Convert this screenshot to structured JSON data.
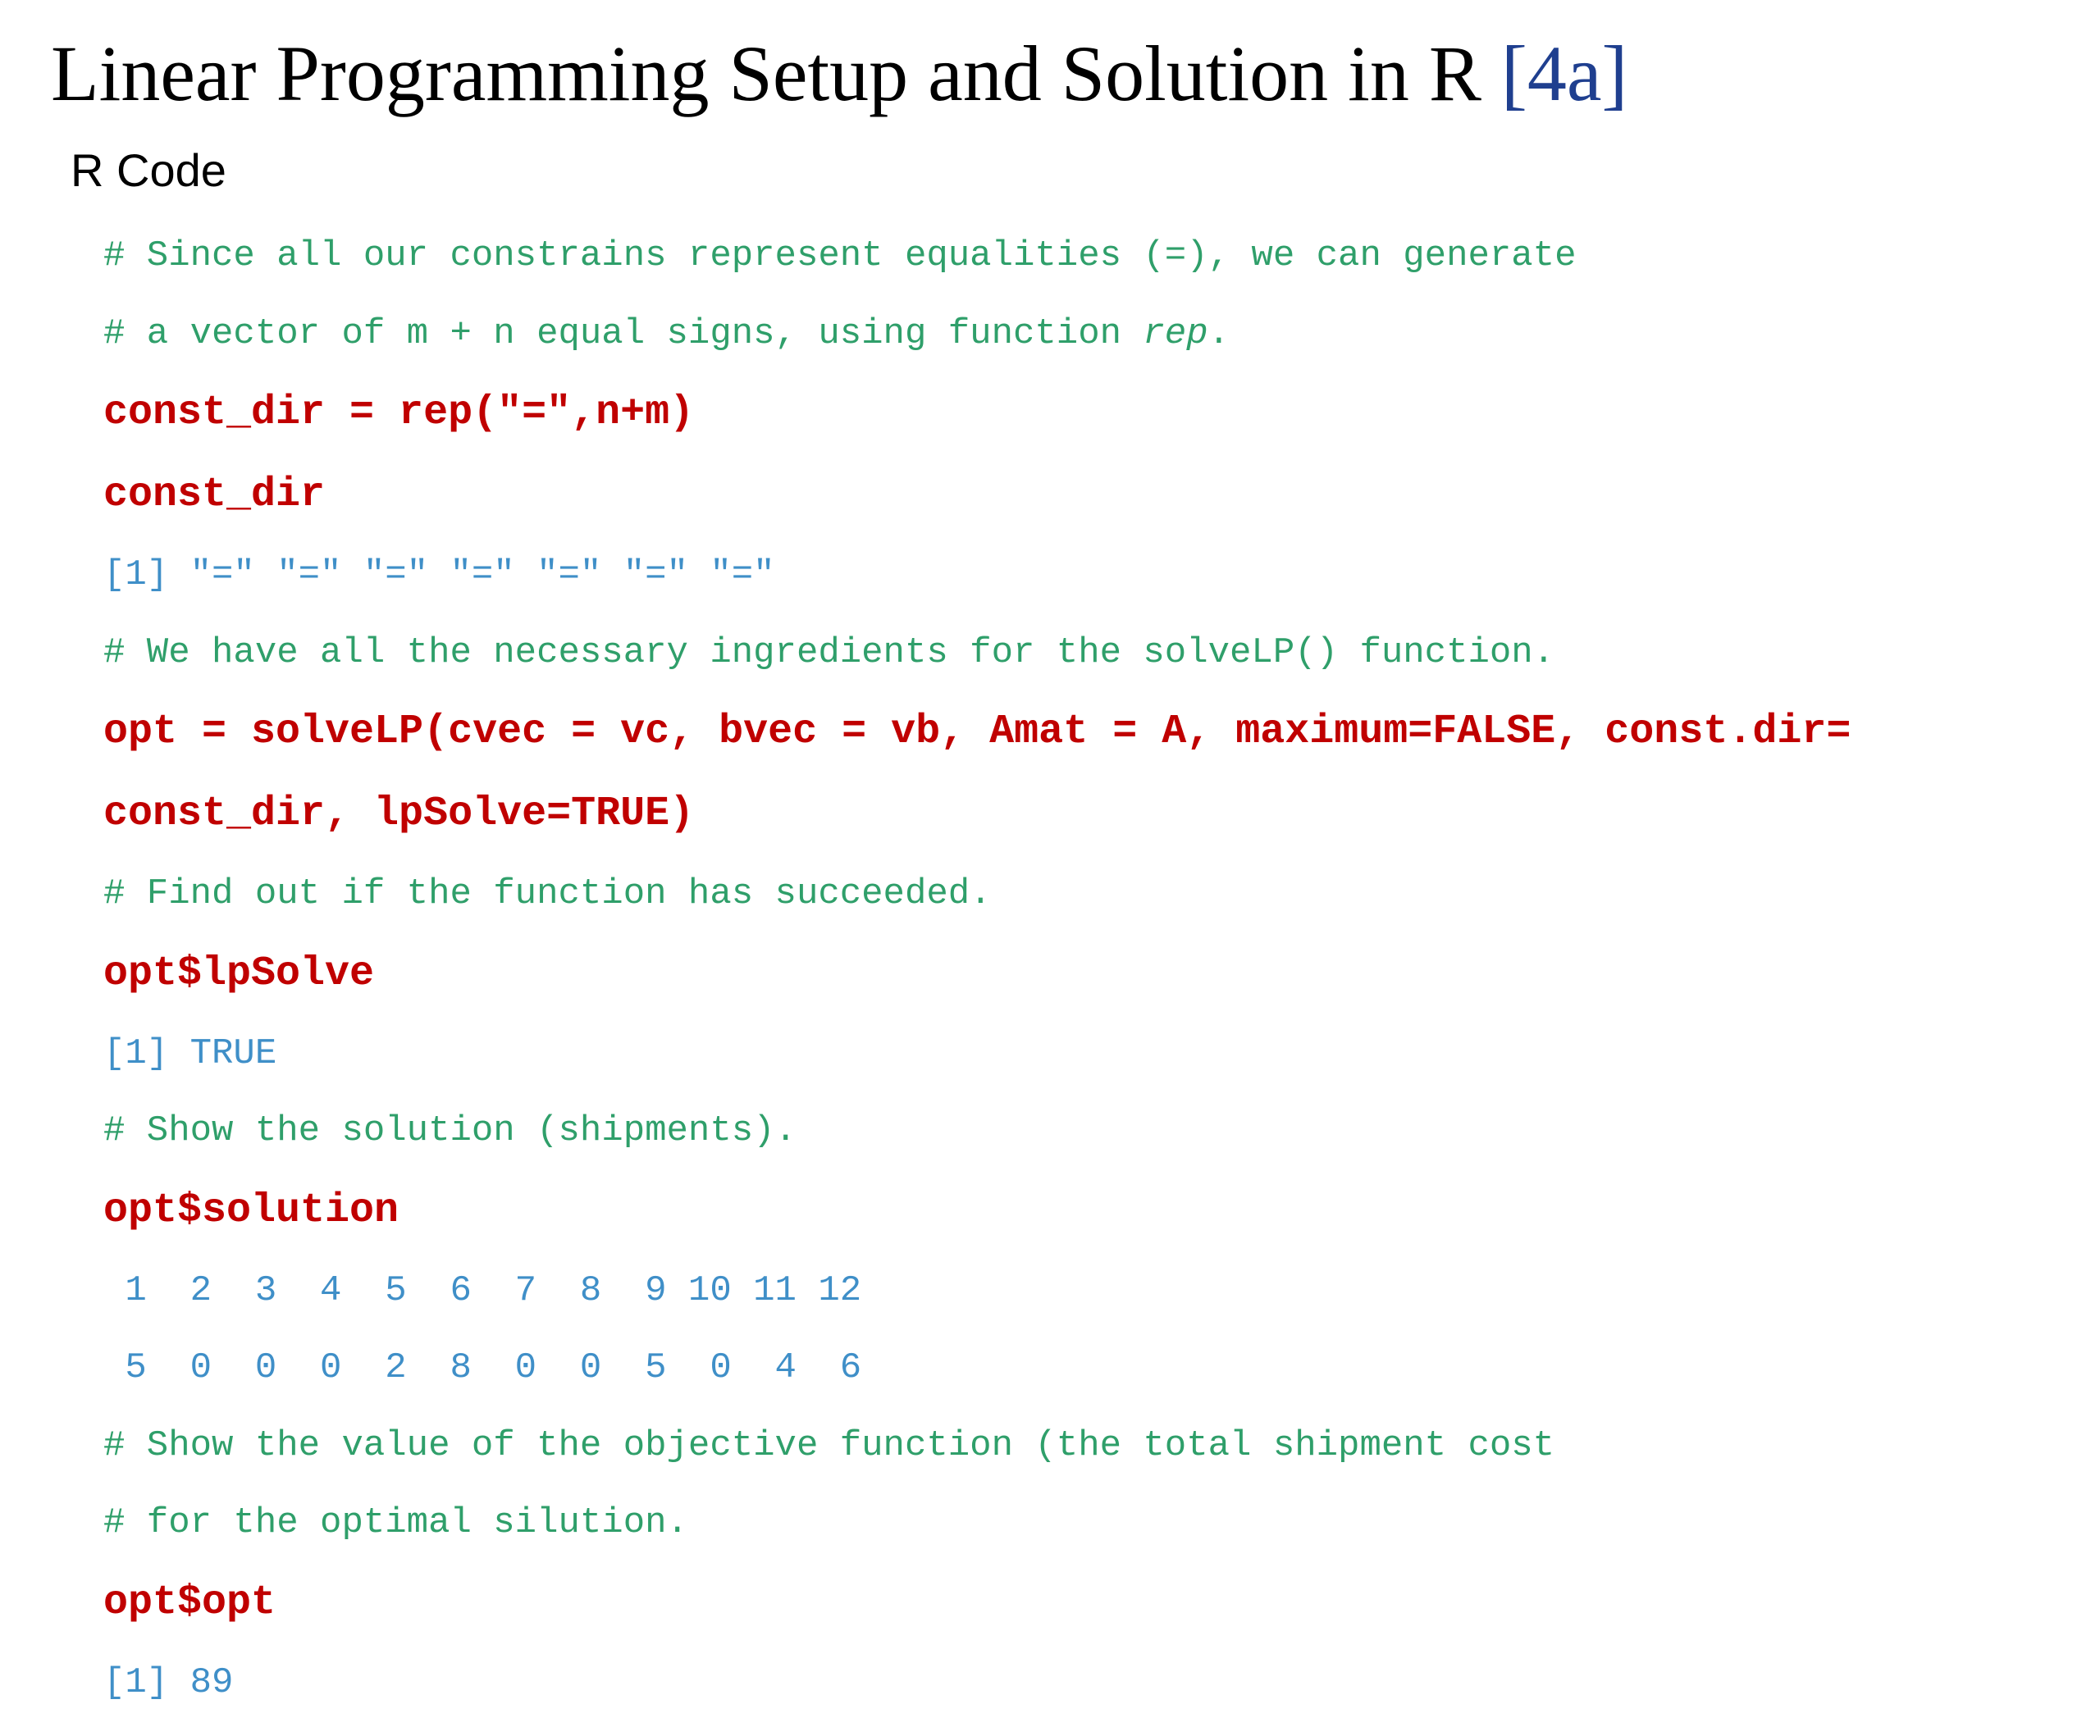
{
  "slide": {
    "title": "Linear Programming Setup and Solution in R",
    "title_ref": "[4a]",
    "subtitle": "R Code"
  },
  "code_lines": [
    {
      "kind": "comment",
      "text": "# Since all our constrains represent equalities (=), we can generate"
    },
    {
      "kind": "comment",
      "text": "# a vector of m + n equal signs, using function ",
      "italic": "rep",
      "suffix": "."
    },
    {
      "kind": "cmd",
      "text": "const_dir = rep(\"=\",n+m)"
    },
    {
      "kind": "cmd",
      "text": "const_dir"
    },
    {
      "kind": "out",
      "text": "[1] \"=\" \"=\" \"=\" \"=\" \"=\" \"=\" \"=\""
    },
    {
      "kind": "comment",
      "text": "# We have all the necessary ingredients for the solveLP() function."
    },
    {
      "kind": "cmd",
      "text": "opt = solveLP(cvec = vc, bvec = vb, Amat = A, maximum=FALSE, const.dir="
    },
    {
      "kind": "cmd",
      "text": "const_dir, lpSolve=TRUE)"
    },
    {
      "kind": "comment",
      "text": "# Find out if the function has succeeded."
    },
    {
      "kind": "cmd",
      "text": "opt$lpSolve"
    },
    {
      "kind": "out",
      "text": "[1] TRUE"
    },
    {
      "kind": "comment",
      "text": "# Show the solution (shipments)."
    },
    {
      "kind": "cmd",
      "text": "opt$solution"
    },
    {
      "kind": "out",
      "text": " 1  2  3  4  5  6  7  8  9 10 11 12"
    },
    {
      "kind": "out",
      "text": " 5  0  0  0  2  8  0  0  5  0  4  6"
    },
    {
      "kind": "comment",
      "text": "# Show the value of the objective function (the total shipment cost"
    },
    {
      "kind": "comment",
      "text": "# for the optimal silution."
    },
    {
      "kind": "cmd",
      "text": "opt$opt"
    },
    {
      "kind": "out",
      "text": "[1] 89"
    }
  ]
}
